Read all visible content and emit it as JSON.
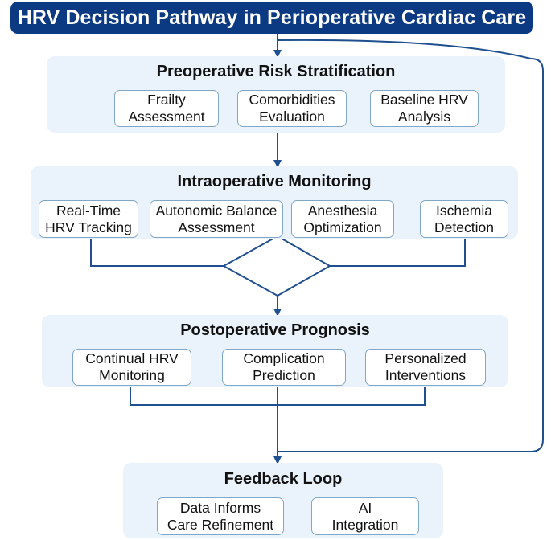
{
  "title": "HRV Decision Pathway in Perioperative Cardiac Care",
  "stages": {
    "preoperative": {
      "title": "Preoperative Risk Stratification",
      "boxes": [
        {
          "line1": "Frailty",
          "line2": "Assessment"
        },
        {
          "line1": "Comorbidities",
          "line2": "Evaluation"
        },
        {
          "line1": "Baseline HRV",
          "line2": "Analysis"
        }
      ]
    },
    "intraoperative": {
      "title": "Intraoperative Monitoring",
      "boxes": [
        {
          "line1": "Real-Time",
          "line2": "HRV Tracking"
        },
        {
          "line1": "Autonomic Balance",
          "line2": "Assessment"
        },
        {
          "line1": "Anesthesia",
          "line2": "Optimization"
        },
        {
          "line1": "Ischemia",
          "line2": "Detection"
        }
      ]
    },
    "postoperative": {
      "title": "Postoperative Prognosis",
      "boxes": [
        {
          "line1": "Continual HRV",
          "line2": "Monitoring"
        },
        {
          "line1": "Complication",
          "line2": "Prediction"
        },
        {
          "line1": "Personalized",
          "line2": "Interventions"
        }
      ]
    },
    "feedback": {
      "title": "Feedback Loop",
      "boxes": [
        {
          "line1": "Data Informs",
          "line2": "Care Refinement"
        },
        {
          "line1": "AI",
          "line2": "Integration"
        }
      ]
    }
  },
  "colors": {
    "banner": "#0b3a82",
    "connector": "#1f4f8f",
    "stage_fill": "#eaf3fb",
    "box_border": "#7fa7c9"
  }
}
